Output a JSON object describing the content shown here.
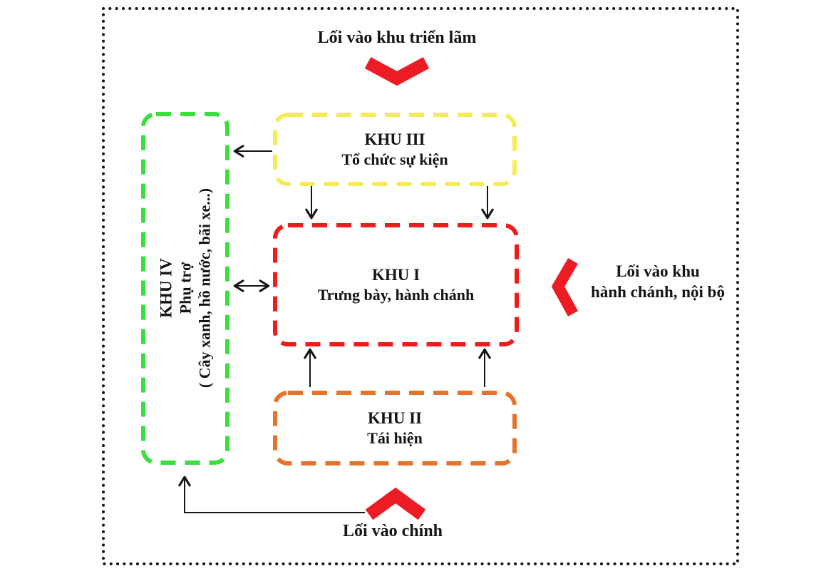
{
  "title": "Lối vào khu triển lãm",
  "zones": [
    {
      "name": "KHU I",
      "desc": "Trưng bày, hành chánh",
      "color": "#ee1c1c"
    },
    {
      "name": "KHU II",
      "desc": "Tái hiện",
      "color": "#e8722b"
    },
    {
      "name": "KHU III",
      "desc": "Tổ chức sự kiện",
      "color": "#f5ed58"
    },
    {
      "name": "KHU IV",
      "desc": "Phụ trợ",
      "detail": "( Cây xanh, hồ nước, bãi xe...)",
      "color": "#3ae03a"
    }
  ],
  "entrances": {
    "exhibition": {
      "label": "Lối vào khu triển lãm",
      "direction": "down"
    },
    "admin": {
      "label_line1": "Lối vào khu",
      "label_line2": "hành chánh, nội bộ",
      "direction": "left"
    },
    "main": {
      "label": "Lối vào chính",
      "direction": "up"
    }
  },
  "colors": {
    "chevron": "#ed1c24",
    "arrow": "#151515",
    "border": "#151515",
    "text": "#151515"
  }
}
